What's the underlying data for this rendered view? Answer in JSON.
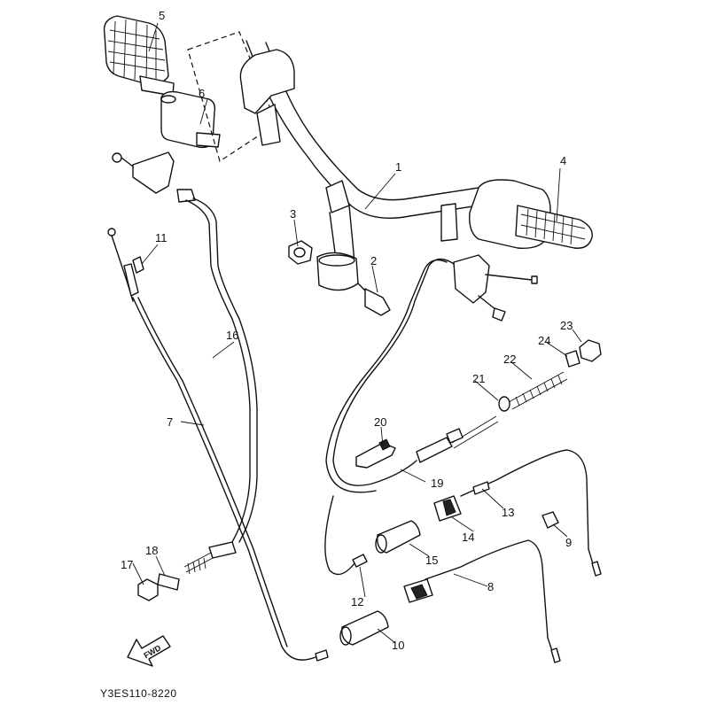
{
  "diagram_code": "Y3ES110-8220",
  "fwd_arrow": {
    "text": "FWD",
    "icon": "fwd-arrow-icon"
  },
  "callouts": [
    "1",
    "2",
    "3",
    "4",
    "5",
    "6",
    "7",
    "8",
    "9",
    "10",
    "11",
    "12",
    "13",
    "14",
    "15",
    "16",
    "17",
    "18",
    "19",
    "20",
    "21",
    "22",
    "23",
    "24"
  ]
}
